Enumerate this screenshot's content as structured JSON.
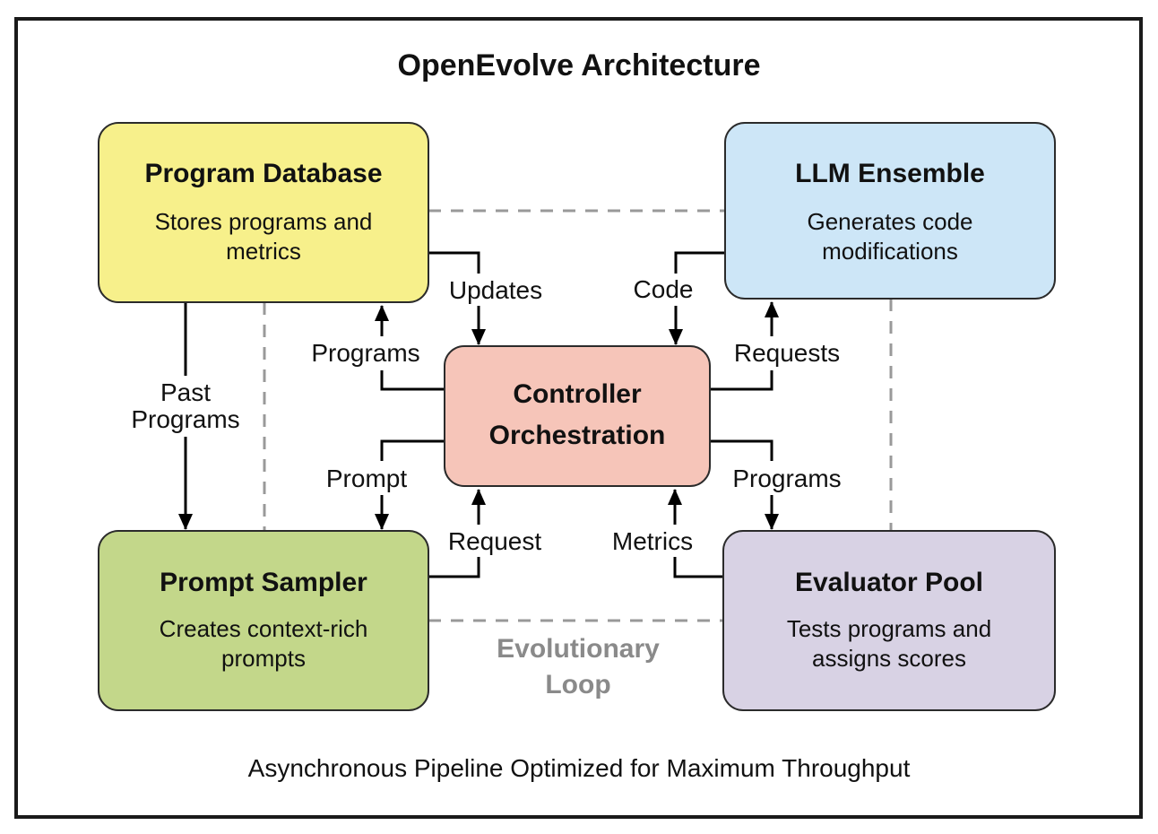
{
  "diagram": {
    "title": "OpenEvolve Architecture",
    "caption": "Asynchronous Pipeline Optimized for Maximum Throughput",
    "loop": {
      "line1": "Evolutionary",
      "line2": "Loop"
    },
    "nodes": {
      "program_database": {
        "title": "Program Database",
        "subtitle_line1": "Stores programs and",
        "subtitle_line2": "metrics",
        "fill": "#F7F08B"
      },
      "llm_ensemble": {
        "title": "LLM Ensemble",
        "subtitle_line1": "Generates code",
        "subtitle_line2": "modifications",
        "fill": "#CDE6F7"
      },
      "controller": {
        "title_line1": "Controller",
        "title_line2": "Orchestration",
        "fill": "#F6C5B9"
      },
      "prompt_sampler": {
        "title": "Prompt Sampler",
        "subtitle_line1": "Creates context-rich",
        "subtitle_line2": "prompts",
        "fill": "#C3D78A"
      },
      "evaluator_pool": {
        "title": "Evaluator Pool",
        "subtitle_line1": "Tests programs and",
        "subtitle_line2": "assigns scores",
        "fill": "#D8D2E4"
      }
    },
    "edges": {
      "updates": "Updates",
      "programs_to_database": "Programs",
      "code": "Code",
      "requests": "Requests",
      "prompt": "Prompt",
      "request": "Request",
      "metrics": "Metrics",
      "programs_to_evaluator": "Programs",
      "past_programs_line1": "Past",
      "past_programs_line2": "Programs"
    },
    "colors": {
      "dashed_loop": "#999999",
      "loop_label": "#8a8a8a"
    }
  }
}
